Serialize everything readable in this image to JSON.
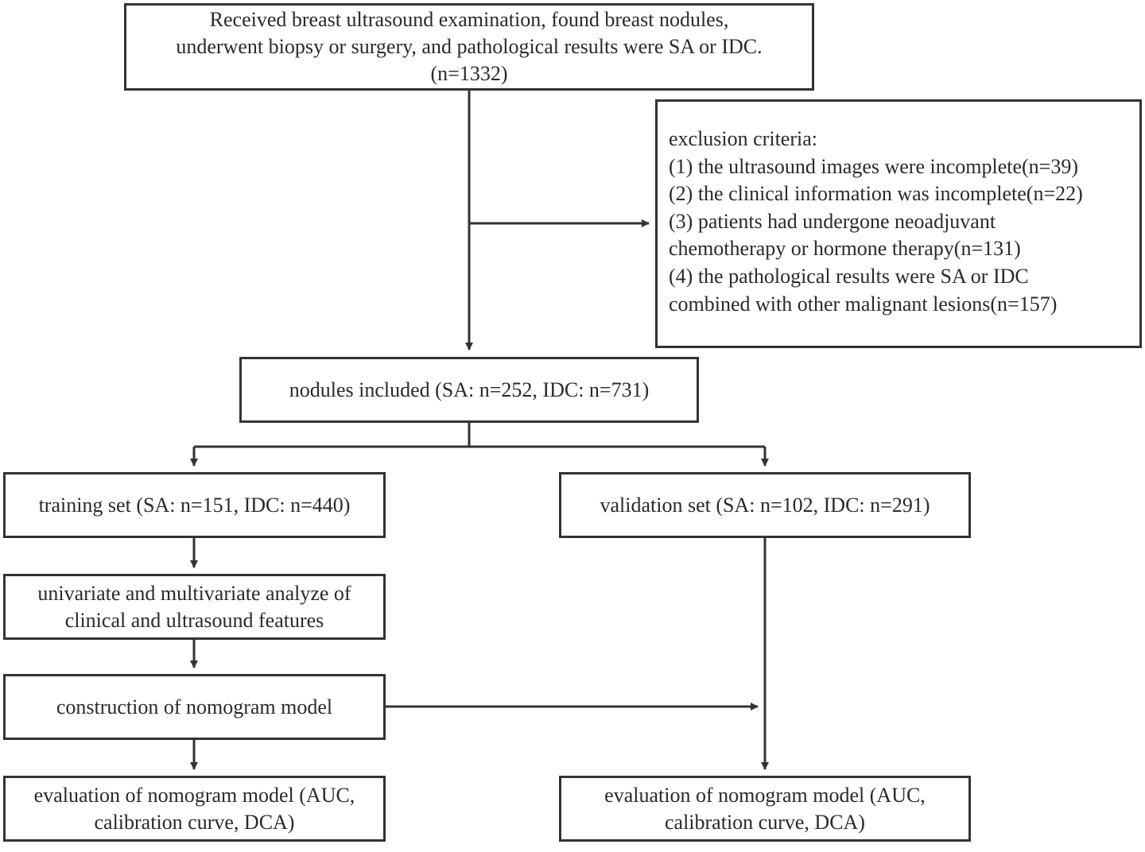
{
  "diagram": {
    "received": {
      "lines": [
        "Received  breast ultrasound examination, found breast nodules,",
        "underwent biopsy or surgery, and pathological results were SA or IDC.",
        "(n=1332)"
      ]
    },
    "exclusion": {
      "lines": [
        "exclusion criteria:",
        "(1) the ultrasound images were incomplete(n=39)",
        "(2) the clinical information was incomplete(n=22)",
        "(3) patients had undergone neoadjuvant",
        "chemotherapy or hormone therapy(n=131)",
        "(4) the pathological results were SA or IDC",
        "combined with other malignant lesions(n=157)"
      ]
    },
    "included": {
      "lines": [
        "nodules included (SA: n=252, IDC: n=731)"
      ]
    },
    "training": {
      "lines": [
        "training set (SA: n=151, IDC: n=440)"
      ]
    },
    "validation": {
      "lines": [
        "validation set (SA: n=102, IDC: n=291)"
      ]
    },
    "analysis": {
      "lines": [
        "univariate and multivariate analyze of",
        "clinical and ultrasound features"
      ]
    },
    "construction": {
      "lines": [
        "construction of nomogram model"
      ]
    },
    "eval_training": {
      "lines": [
        "evaluation of nomogram model (AUC,",
        "calibration curve, DCA)"
      ]
    },
    "eval_validation": {
      "lines": [
        "evaluation of nomogram model (AUC,",
        "calibration curve, DCA)"
      ]
    }
  },
  "colors": {
    "stroke": "#333333",
    "text": "#2a2a2a",
    "background": "#ffffff"
  }
}
